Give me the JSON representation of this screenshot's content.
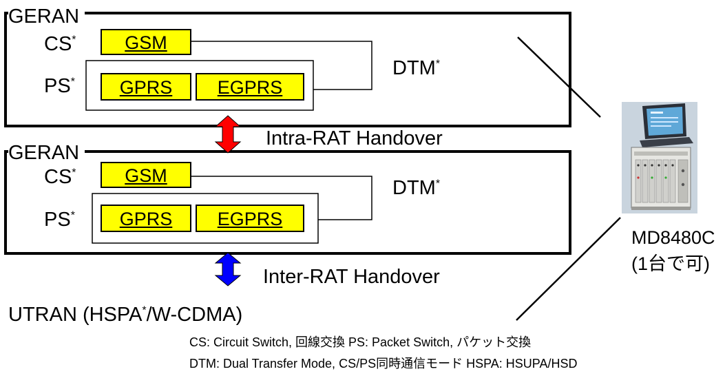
{
  "geran_top": {
    "label": "GERAN",
    "cs": "CS",
    "ps": "PS",
    "gsm": "GSM",
    "gprs": "GPRS",
    "egprs": "EGPRS",
    "dtm": "DTM",
    "asterisk": "*"
  },
  "geran_bottom": {
    "label": "GERAN",
    "cs": "CS",
    "ps": "PS",
    "gsm": "GSM",
    "gprs": "GPRS",
    "egprs": "EGPRS",
    "dtm": "DTM",
    "asterisk": "*"
  },
  "intra_rat_label": "Intra-RAT Handover",
  "inter_rat_label": "Inter-RAT Handover",
  "utran": {
    "prefix": "UTRAN (HSPA",
    "asterisk": "*",
    "suffix": "/W-CDMA)"
  },
  "device": {
    "name": "MD8480C",
    "note": "(1台で可)"
  },
  "footnotes": {
    "line1": "CS: Circuit Switch, 回線交換  PS: Packet Switch, パケット交換",
    "line2": "DTM: Dual Transfer Mode, CS/PS同時通信モード  HSPA: HSUPA/HSD"
  },
  "colors": {
    "module_fill": "#ffff00",
    "intra_arrow": "#ff0000",
    "inter_arrow": "#0000ff"
  }
}
